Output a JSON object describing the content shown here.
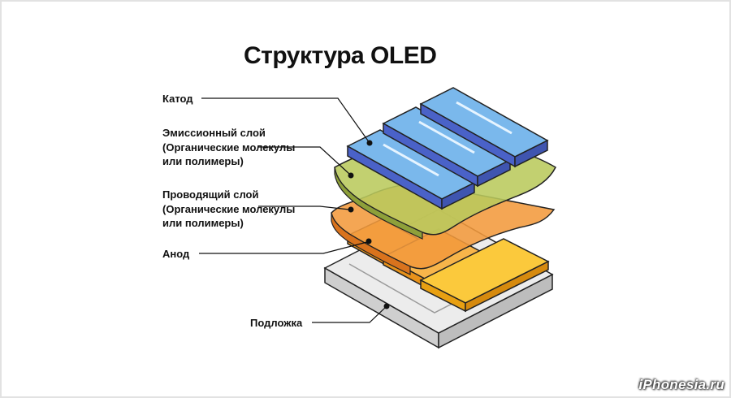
{
  "title": "Структура OLED",
  "labels": {
    "cathode": "Катод",
    "emissive": [
      "Эмиссионный слой",
      "(Органические молекулы",
      "или полимеры)"
    ],
    "conductive": [
      "Проводящий слой",
      "(Органические молекулы",
      "или полимеры)"
    ],
    "anode": "Анод",
    "substrate": "Подложка"
  },
  "watermark": "iPhonesia.ru",
  "colors": {
    "cathode": "#6aaee6",
    "emissive": "#b8c95a",
    "conductive": "#f29a3c",
    "anode": "#f5a623",
    "substrate": "#e3e3e3"
  }
}
